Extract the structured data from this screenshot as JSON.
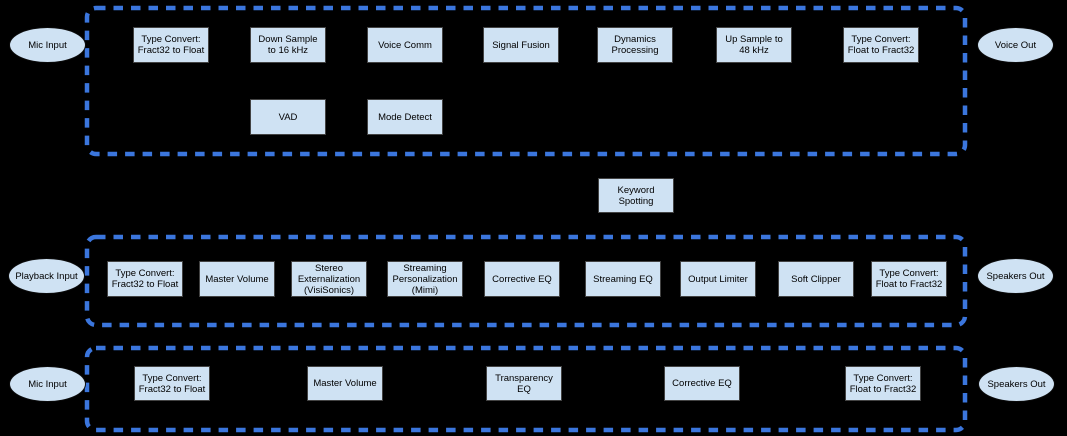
{
  "colors": {
    "background": "#000000",
    "dashed_border": "#3b76dd",
    "block_fill": "#cfe2f3",
    "block_border": "#434343",
    "oval_fill": "#cfe2f3",
    "oval_border": "#0b0b0b",
    "text": "#000000"
  },
  "voice_pipeline": {
    "input": "Mic Input",
    "output": "Voice Out",
    "main_row": [
      "Type Convert: Fract32 to Float",
      "Down Sample to 16 kHz",
      "Voice Comm",
      "Signal Fusion",
      "Dynamics Processing",
      "Up Sample to 48 kHz",
      "Type Convert: Float to Fract32"
    ],
    "secondary_row": [
      "VAD",
      "Mode Detect"
    ]
  },
  "keyword_spotting_label": "Keyword Spotting",
  "playback_pipeline": {
    "input": "Playback Input",
    "output": "Speakers Out",
    "main_row": [
      "Type Convert: Fract32 to Float",
      "Master Volume",
      "Stereo Externalization (VisiSonics)",
      "Streaming Personalization (Mimi)",
      "Corrective EQ",
      "Streaming EQ",
      "Output Limiter",
      "Soft Clipper",
      "Type Convert: Float to Fract32"
    ]
  },
  "mic_passthrough_pipeline": {
    "input": "Mic Input",
    "output": "Speakers Out",
    "main_row": [
      "Type Convert: Fract32 to Float",
      "Master Volume",
      "Transparency EQ",
      "Corrective EQ",
      "Type Convert: Float to Fract32"
    ]
  }
}
